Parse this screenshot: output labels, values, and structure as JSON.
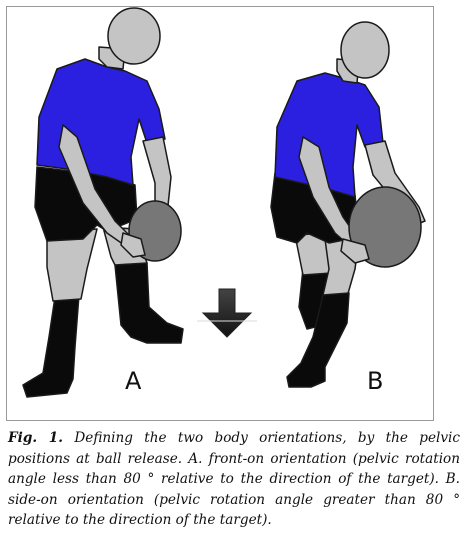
{
  "figure": {
    "panel_a_label": "A",
    "panel_b_label": "B",
    "arrow": "down-arrow-icon"
  },
  "caption": {
    "label": "Fig. 1.",
    "text": "Defining the two body orientations, by the pelvic positions at ball release. A. front-on orientation (pelvic rotation angle less than 80 ° relative to the direction of the target). B. side-on orientation (pelvic rotation angle greater than 80 ° relative to the direction of the target)."
  },
  "colors": {
    "skin": "#c4c4c4",
    "shirt": "#2b20e0",
    "shorts": "#0a0a0a",
    "ball": "#777777",
    "outline": "#1a1a1a"
  }
}
